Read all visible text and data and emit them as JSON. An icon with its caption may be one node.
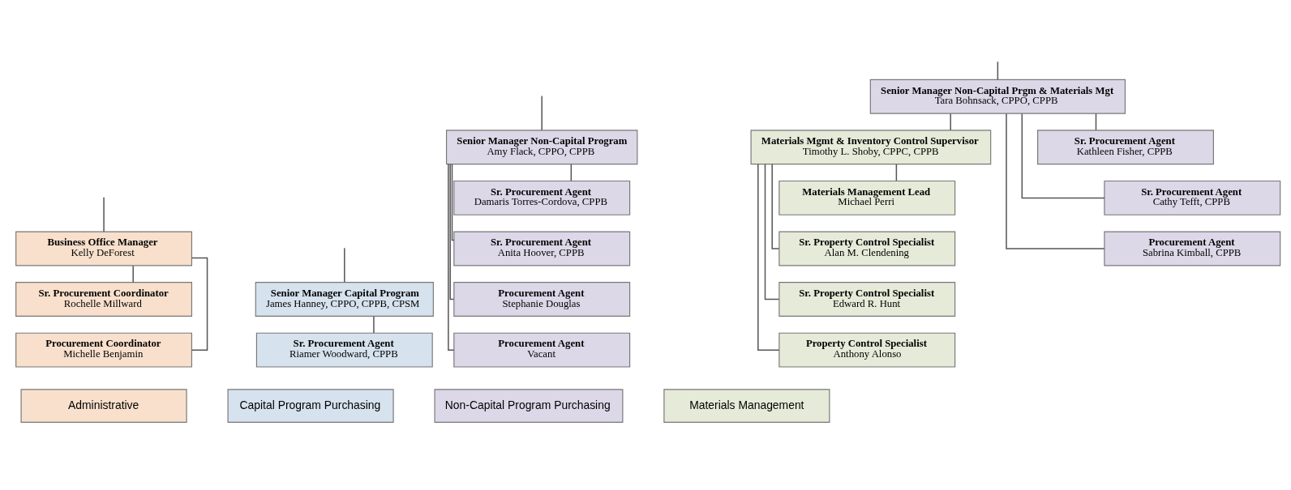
{
  "diagram": {
    "nodes": [
      {
        "text": [
          "Business Office Manager",
          "Kelly DeForest"
        ]
      },
      {
        "text": [
          "Sr. Procurement Coordinator",
          "Rochelle Millward"
        ]
      },
      {
        "text": [
          "Procurement Coordinator",
          "Michelle Benjamin"
        ]
      },
      {
        "text": [
          "Senior Manager Capital Program",
          "James Hanney, CPPO, CPPB, CPSM"
        ]
      },
      {
        "text": [
          "Sr. Procurement Agent",
          "Riamer Woodward, CPPB"
        ]
      },
      {
        "text": [
          "Senior Manager Non-Capital Program",
          "Amy Flack, CPPO, CPPB"
        ]
      },
      {
        "text": [
          "Sr. Procurement Agent",
          "Damaris Torres-Cordova, CPPB"
        ]
      },
      {
        "text": [
          "Sr. Procurement Agent",
          "Anita Hoover, CPPB"
        ]
      },
      {
        "text": [
          "Procurement Agent",
          "Stephanie Douglas"
        ]
      },
      {
        "text": [
          "Procurement Agent",
          "Vacant"
        ]
      },
      {
        "text": [
          "Senior Manager Non-Capital Prgm & Materials Mgt",
          "Tara Bohnsack, CPPO, CPPB"
        ]
      },
      {
        "text": [
          "Materials Mgmt & Inventory Control Supervisor",
          "Timothy L. Shoby, CPPC, CPPB"
        ]
      },
      {
        "text": [
          "Materials Management Lead",
          "Michael Perri"
        ]
      },
      {
        "text": [
          "Sr. Property Control Specialist",
          "Alan M. Clendening"
        ]
      },
      {
        "text": [
          "Sr. Property Control Specialist",
          "Edward R. Hunt"
        ]
      },
      {
        "text": [
          "Property Control Specialist",
          "Anthony Alonso"
        ]
      },
      {
        "text": [
          "Sr. Procurement Agent",
          "Kathleen Fisher, CPPB"
        ]
      },
      {
        "text": [
          "Sr. Procurement Agent",
          "Cathy Tefft, CPPB"
        ]
      },
      {
        "text": [
          "Procurement Agent",
          "Sabrina Kimball, CPPB"
        ]
      }
    ],
    "edges": [
      {
        "from": null,
        "to": 0,
        "arrow": "none"
      },
      {
        "from": null,
        "to": 3,
        "arrow": "none"
      },
      {
        "from": null,
        "to": 5,
        "arrow": "none"
      },
      {
        "from": null,
        "to": 10,
        "arrow": "none"
      },
      {
        "from": 0,
        "to": 1,
        "arrow": "none"
      },
      {
        "from": 0,
        "to": 2,
        "arrow": "none"
      },
      {
        "from": 3,
        "to": 4,
        "arrow": "none"
      },
      {
        "from": 5,
        "to": 6,
        "arrow": "none"
      },
      {
        "from": 5,
        "to": 7,
        "arrow": "none"
      },
      {
        "from": 5,
        "to": 8,
        "arrow": "none"
      },
      {
        "from": 5,
        "to": 9,
        "arrow": "none"
      },
      {
        "from": 10,
        "to": 11,
        "arrow": "none"
      },
      {
        "from": 10,
        "to": 16,
        "arrow": "none"
      },
      {
        "from": 10,
        "to": 17,
        "arrow": "none"
      },
      {
        "from": 10,
        "to": 18,
        "arrow": "none"
      },
      {
        "from": 11,
        "to": 12,
        "arrow": "none"
      },
      {
        "from": 11,
        "to": 13,
        "arrow": "none"
      },
      {
        "from": 11,
        "to": 14,
        "arrow": "none"
      },
      {
        "from": 11,
        "to": 15,
        "arrow": "none"
      }
    ],
    "legend": [
      {
        "text": "Administrative",
        "color": "#f8e0cc"
      },
      {
        "text": "Capital Program Purchasing",
        "color": "#d6e2ee"
      },
      {
        "text": "Non-Capital Program Purchasing",
        "color": "#dcd8e8"
      },
      {
        "text": "Materials Management",
        "color": "#e6ead8"
      }
    ]
  }
}
